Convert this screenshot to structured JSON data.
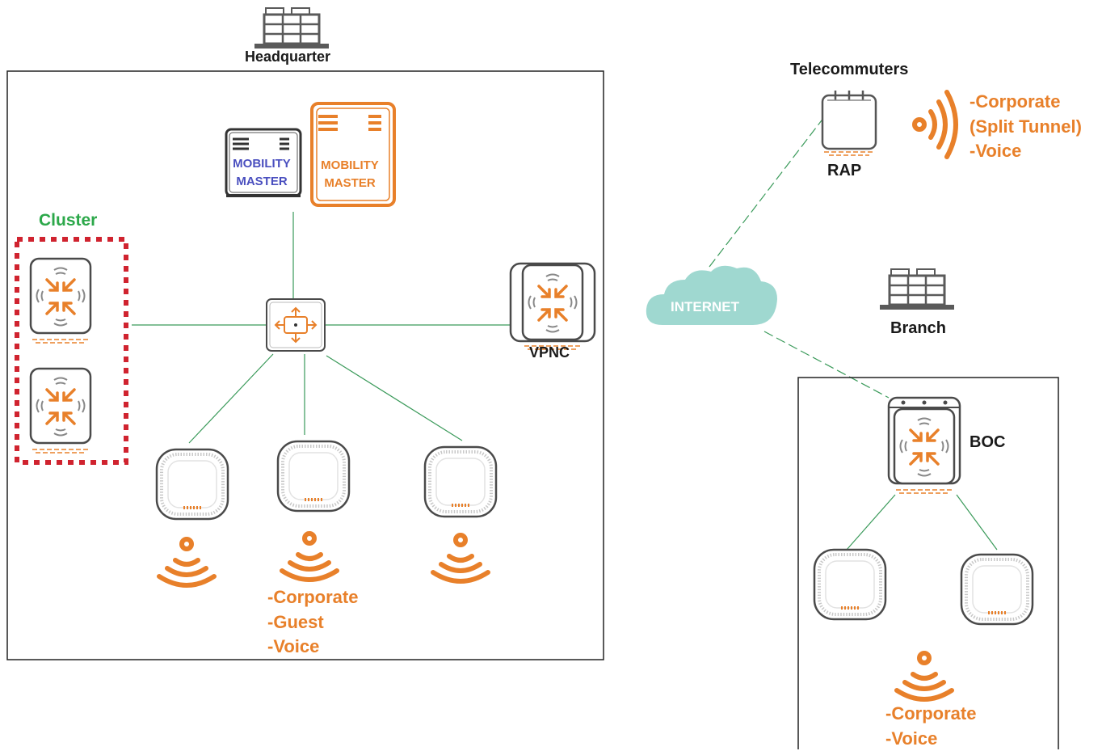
{
  "headquarter": {
    "label": "Headquarter"
  },
  "cluster": {
    "label": "Cluster"
  },
  "mobility_master_1": {
    "line1": "MOBILITY",
    "line2": "MASTER"
  },
  "mobility_master_2": {
    "line1": "MOBILITY",
    "line2": "MASTER"
  },
  "vpnc": {
    "label": "VPNC"
  },
  "hq_ssids": {
    "items": [
      "-Corporate",
      "-Guest",
      "-Voice"
    ]
  },
  "internet": {
    "label": "INTERNET"
  },
  "telecommuters": {
    "label": "Telecommuters",
    "rap_label": "RAP",
    "ssids": [
      "-Corporate",
      "(Split Tunnel)",
      "-Voice"
    ]
  },
  "branch": {
    "label": "Branch",
    "boc_label": "BOC",
    "ssids": [
      "-Corporate",
      "-Voice"
    ]
  },
  "colors": {
    "orange": "#e8802a",
    "green": "#2ca84a",
    "link": "#3a9a5a",
    "cluster_border": "#d0232f",
    "cloud": "#9fd8d0"
  },
  "icons": [
    "building-icon",
    "controller-icon",
    "access-point-icon",
    "wifi-signal-icon",
    "cloud-icon",
    "remote-ap-icon"
  ]
}
